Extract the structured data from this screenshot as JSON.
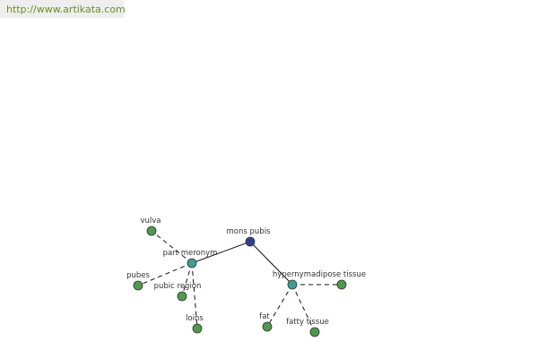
{
  "banner": {
    "url": "http://www.artikata.com"
  },
  "colors": {
    "root": "#2e3f8f",
    "relation": "#3f9c96",
    "leaf": "#4e9a4e",
    "banner_text": "#6b8e23"
  },
  "graph": {
    "nodes": [
      {
        "id": "mons-pubis",
        "label": "mons pubis",
        "kind": "root"
      },
      {
        "id": "part-meronym",
        "label": "part meronym",
        "kind": "relation"
      },
      {
        "id": "hypernym",
        "label": "hypernymadipose tissue",
        "kind": "relation"
      },
      {
        "id": "vulva",
        "label": "vulva",
        "kind": "leaf"
      },
      {
        "id": "pubes",
        "label": "pubes",
        "kind": "leaf"
      },
      {
        "id": "pubic-region",
        "label": "pubic region",
        "kind": "leaf"
      },
      {
        "id": "loins",
        "label": "loins",
        "kind": "leaf"
      },
      {
        "id": "fat",
        "label": "fat",
        "kind": "leaf"
      },
      {
        "id": "fatty-tissue",
        "label": "fatty tissue",
        "kind": "leaf"
      },
      {
        "id": "adipose-tissue",
        "label": "",
        "kind": "leaf"
      }
    ],
    "edges": [
      {
        "from": "mons-pubis",
        "to": "part-meronym",
        "style": "solid"
      },
      {
        "from": "mons-pubis",
        "to": "hypernym",
        "style": "solid"
      },
      {
        "from": "part-meronym",
        "to": "vulva",
        "style": "dashed"
      },
      {
        "from": "part-meronym",
        "to": "pubes",
        "style": "dashed"
      },
      {
        "from": "part-meronym",
        "to": "pubic-region",
        "style": "dashed"
      },
      {
        "from": "part-meronym",
        "to": "loins",
        "style": "dashed"
      },
      {
        "from": "hypernym",
        "to": "fat",
        "style": "dashed"
      },
      {
        "from": "hypernym",
        "to": "fatty-tissue",
        "style": "dashed"
      },
      {
        "from": "hypernym",
        "to": "adipose-tissue",
        "style": "dashed"
      }
    ]
  }
}
